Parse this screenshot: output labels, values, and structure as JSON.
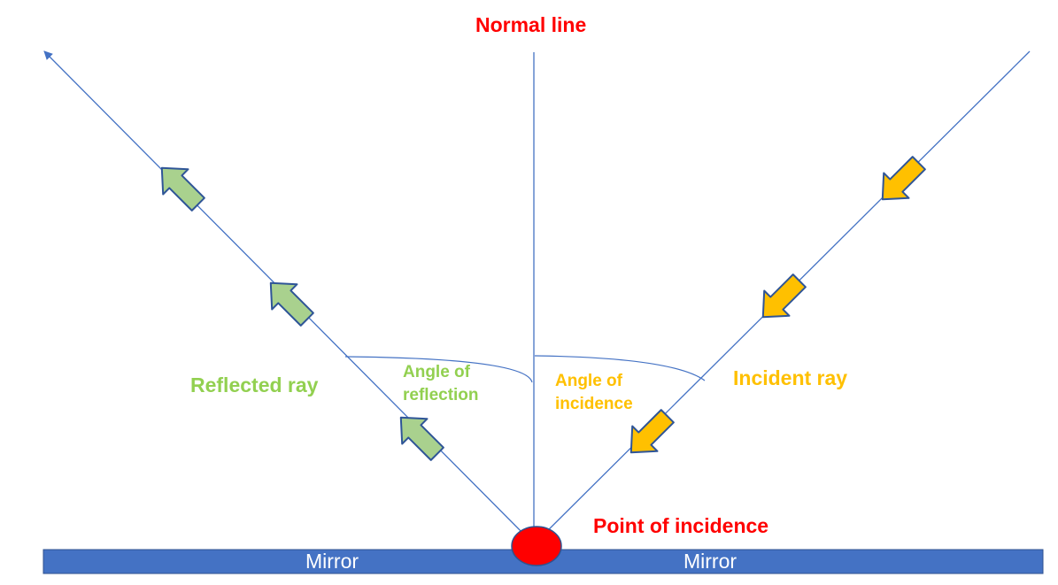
{
  "labels": {
    "normal_line": "Normal line",
    "reflected_ray": "Reflected ray",
    "incident_ray": "Incident ray",
    "angle_of_reflection": "Angle of\nreflection",
    "angle_of_incidence": "Angle of\nincidence",
    "point_of_incidence": "Point of incidence",
    "mirror_left": "Mirror",
    "mirror_right": "Mirror"
  },
  "colors": {
    "line": "#4472c4",
    "mirror": "#4472c4",
    "point": "#ff0000",
    "reflected": "#a9d18e",
    "incident": "#ffc000",
    "label_red": "#ff0000",
    "label_green": "#92d050",
    "label_orange": "#ffc000"
  }
}
